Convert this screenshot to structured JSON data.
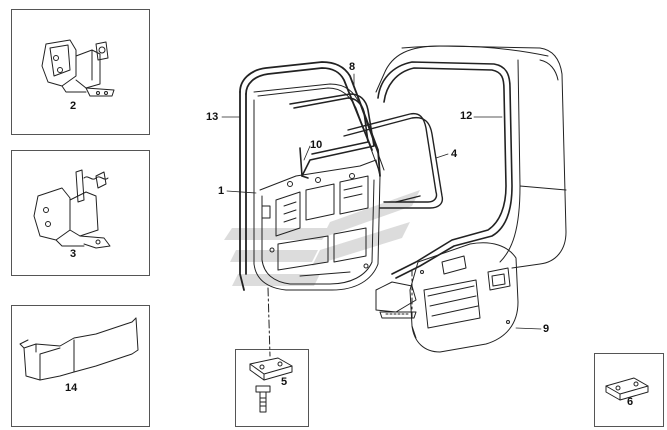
{
  "callouts": {
    "c1": "1",
    "c2": "2",
    "c3": "3",
    "c4": "4",
    "c5": "5",
    "c6": "6",
    "c8": "8",
    "c9": "9",
    "c10": "10",
    "c12": "12",
    "c13": "13",
    "c14": "14"
  },
  "colors": {
    "line": "#222222",
    "frame": "#555555",
    "watermark": "#d6d6d6"
  }
}
